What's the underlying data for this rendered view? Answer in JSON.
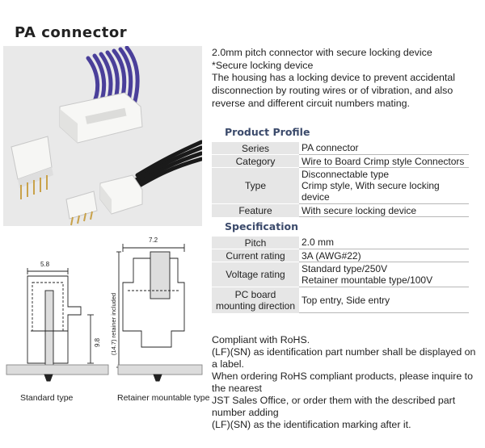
{
  "title": "PA connector",
  "description": [
    "2.0mm pitch connector with secure locking device",
    "*Secure locking device",
    "The housing has a locking device to prevent accidental disconnection by routing wires or of vibration, and also reverse and different circuit numbers mating."
  ],
  "product_profile": {
    "heading": "Product Profile",
    "rows": [
      {
        "key": "Series",
        "value": "PA connector"
      },
      {
        "key": "Category",
        "value": "Wire to Board Crimp style Connectors"
      },
      {
        "key": "Type",
        "value": "Disconnectable type\nCrimp style, With secure locking device"
      },
      {
        "key": "Feature",
        "value": "With secure locking device"
      }
    ]
  },
  "specification": {
    "heading": "Specification",
    "rows": [
      {
        "key": "Pitch",
        "value": "2.0 mm"
      },
      {
        "key": "Current rating",
        "value": "3A (AWG#22)"
      },
      {
        "key": "Voltage rating",
        "value": "Standard type/250V\nRetainer mountable type/100V"
      },
      {
        "key": "PC board\nmounting direction",
        "value": "Top entry, Side entry"
      }
    ]
  },
  "notes": [
    "Compliant with RoHS.",
    "(LF)(SN) as identification part number shall be displayed on a label.",
    "When ordering RoHS compliant products, please inquire to the nearest",
    "JST Sales Office, or order them with the described part number adding",
    "(LF)(SN) as the identification marking after it."
  ],
  "drawing": {
    "standard": {
      "caption": "Standard type",
      "width_dim": "5.8",
      "height_dim": "9.8"
    },
    "retainer": {
      "caption": "Retainer mountable type",
      "width_dim": "7.2",
      "height_dim": "(14.7) retainer included"
    }
  },
  "colors": {
    "heading": "#3b4a6b",
    "table_key_bg": "#e6e6e6",
    "wire_purple": "#4a3f9a",
    "wire_black": "#1a1a1a"
  }
}
